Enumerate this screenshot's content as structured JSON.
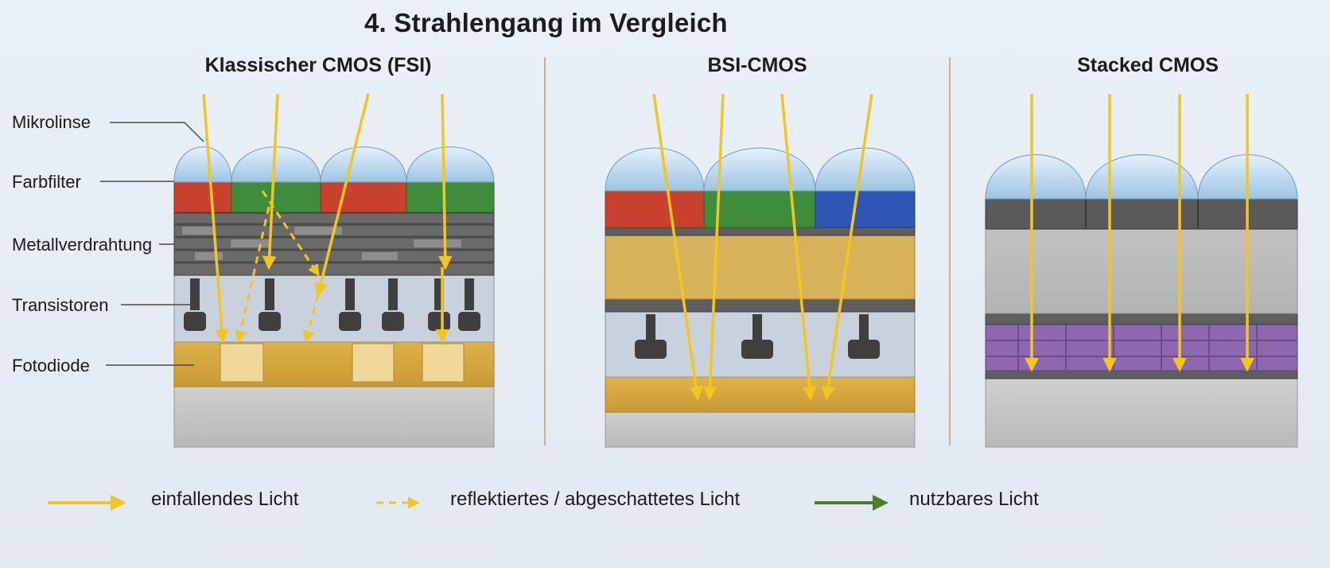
{
  "title": "4. Strahlengang im Vergleich",
  "panels": [
    {
      "name": "Klassischer CMOS (FSI)"
    },
    {
      "name": "BSI-CMOS"
    },
    {
      "name": "Stacked CMOS"
    }
  ],
  "layer_labels": [
    "Mikrolinse",
    "Farbfilter",
    "Metallverdrahtung",
    "Transistoren",
    "Fotodiode"
  ],
  "legend": [
    {
      "label": "einfallendes Licht",
      "color": "#f2c61f",
      "style": "solid"
    },
    {
      "label": "reflektiertes / abgeschattetes Licht",
      "color": "#f2c61f",
      "style": "dashed"
    },
    {
      "label": "nutzbares Licht",
      "color": "#4a7d2c",
      "style": "solid"
    }
  ],
  "colors": {
    "lens": "#a9cbe6",
    "filter_red": "#c8412e",
    "filter_green": "#3f8c3a",
    "filter_blue": "#2f56b3",
    "photodiode": "#d6a640",
    "metal": "#5d5d5d",
    "substrate": "#c4c4c4",
    "logic": "#8d68b0",
    "arrow": "#f2c61f"
  }
}
